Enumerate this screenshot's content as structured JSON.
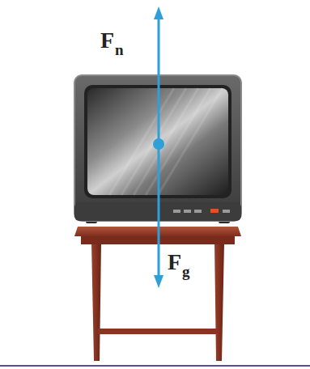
{
  "diagram": {
    "labels": [
      "F",
      "n",
      "F",
      "g"
    ]
  }
}
